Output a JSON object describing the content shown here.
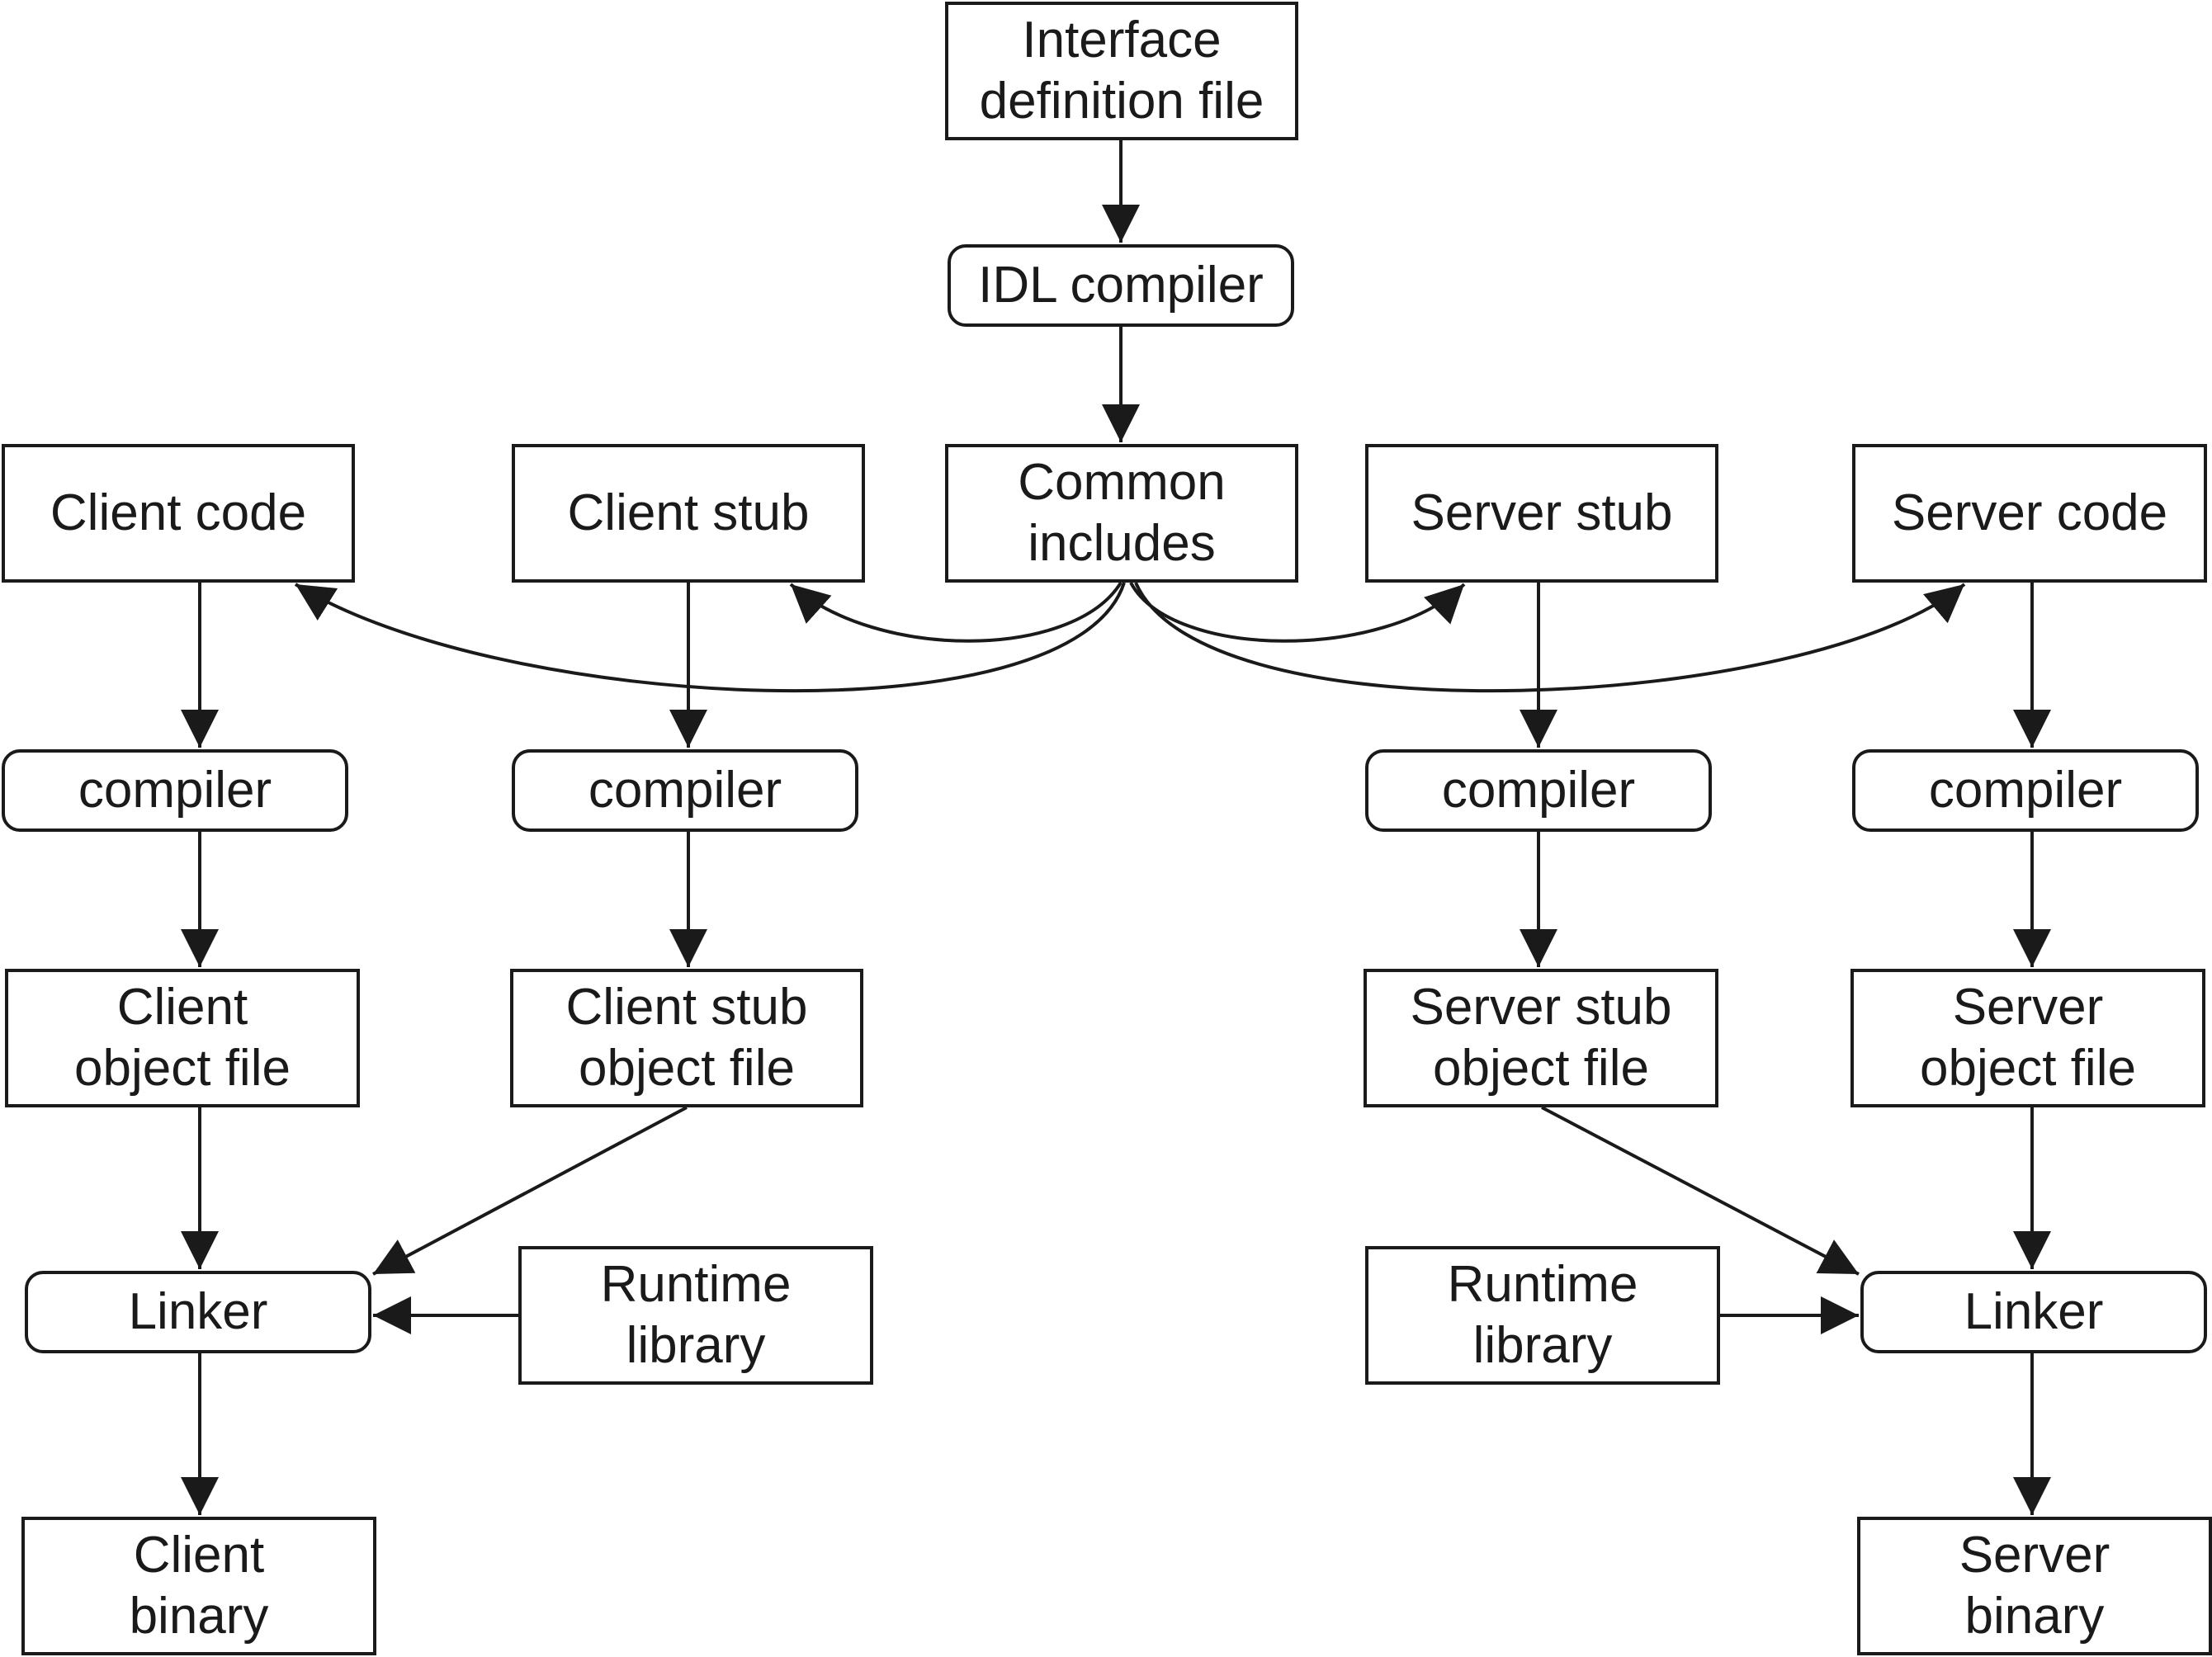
{
  "nodes": {
    "interface_definition_file": "Interface\ndefinition file",
    "idl_compiler": "IDL compiler",
    "client_code": "Client code",
    "client_stub": "Client stub",
    "common_includes": "Common\nincludes",
    "server_stub": "Server stub",
    "server_code": "Server code",
    "client_compiler": "compiler",
    "client_stub_compiler": "compiler",
    "server_stub_compiler": "compiler",
    "server_compiler": "compiler",
    "client_object_file": "Client\nobject file",
    "client_stub_object_file": "Client stub\nobject file",
    "server_stub_object_file": "Server stub\nobject file",
    "server_object_file": "Server\nobject file",
    "client_linker": "Linker",
    "client_runtime_library": "Runtime\nlibrary",
    "server_runtime_library": "Runtime\nlibrary",
    "server_linker": "Linker",
    "client_binary": "Client\nbinary",
    "server_binary": "Server\nbinary"
  },
  "edges": [
    [
      "interface_definition_file",
      "idl_compiler"
    ],
    [
      "idl_compiler",
      "common_includes"
    ],
    [
      "common_includes",
      "client_code"
    ],
    [
      "common_includes",
      "client_stub"
    ],
    [
      "common_includes",
      "server_stub"
    ],
    [
      "common_includes",
      "server_code"
    ],
    [
      "client_code",
      "client_compiler"
    ],
    [
      "client_stub",
      "client_stub_compiler"
    ],
    [
      "server_stub",
      "server_stub_compiler"
    ],
    [
      "server_code",
      "server_compiler"
    ],
    [
      "client_compiler",
      "client_object_file"
    ],
    [
      "client_stub_compiler",
      "client_stub_object_file"
    ],
    [
      "server_stub_compiler",
      "server_stub_object_file"
    ],
    [
      "server_compiler",
      "server_object_file"
    ],
    [
      "client_object_file",
      "client_linker"
    ],
    [
      "client_stub_object_file",
      "client_linker"
    ],
    [
      "client_runtime_library",
      "client_linker"
    ],
    [
      "server_stub_object_file",
      "server_linker"
    ],
    [
      "server_runtime_library",
      "server_linker"
    ],
    [
      "server_object_file",
      "server_linker"
    ],
    [
      "client_linker",
      "client_binary"
    ],
    [
      "server_linker",
      "server_binary"
    ]
  ],
  "colors": {
    "stroke": "#1a1a1a",
    "background": "#ffffff"
  }
}
